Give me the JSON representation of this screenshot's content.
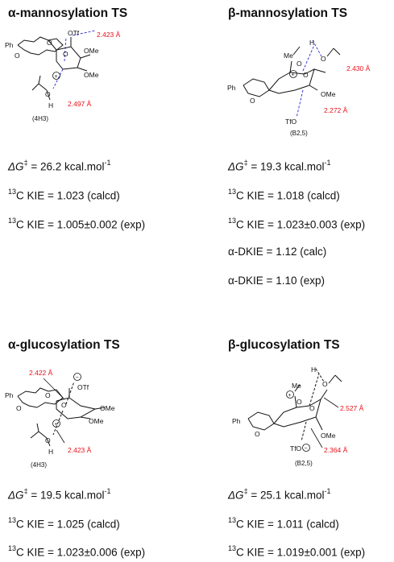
{
  "panels": [
    {
      "key": "alpha_manno",
      "title": "α-mannosylation TS",
      "structure": {
        "labels": [
          "Ph",
          "O",
          "O",
          "O",
          "OTf",
          "OMe",
          "OMe",
          "O",
          "H"
        ],
        "distances": [
          "2.423 Å",
          "2.497 Å"
        ],
        "conformation": "(4H3)"
      },
      "lines": [
        {
          "prefix": "ΔG",
          "sup": "‡",
          "text": " = 26.2 kcal.mol",
          "suffix_sup": "-1"
        },
        {
          "prefix": "",
          "sup": "13",
          "text": "C KIE = 1.023 (calcd)",
          "suffix_sup": ""
        },
        {
          "prefix": "",
          "sup": "13",
          "text": "C KIE = 1.005±0.002 (exp)",
          "suffix_sup": ""
        }
      ]
    },
    {
      "key": "beta_manno",
      "title": "β-mannosylation TS",
      "structure": {
        "labels": [
          "Me",
          "O",
          "H",
          "O",
          "O",
          "O",
          "Ph",
          "OMe",
          "TfO"
        ],
        "distances": [
          "2.430 Å",
          "2.272 Å"
        ],
        "conformation": "(B2,5)"
      },
      "lines": [
        {
          "prefix": "ΔG",
          "sup": "‡",
          "text": " = 19.3 kcal.mol",
          "suffix_sup": "-1"
        },
        {
          "prefix": "",
          "sup": "13",
          "text": "C KIE = 1.018 (calcd)",
          "suffix_sup": ""
        },
        {
          "prefix": "",
          "sup": "13",
          "text": "C KIE = 1.023±0.003 (exp)",
          "suffix_sup": ""
        },
        {
          "prefix": "",
          "sup": "",
          "text": "α-DKIE = 1.12 (calc)",
          "suffix_sup": ""
        },
        {
          "prefix": "",
          "sup": "",
          "text": "α-DKIE = 1.10 (exp)",
          "suffix_sup": ""
        }
      ]
    },
    {
      "key": "alpha_gluco",
      "title": "α-glucosylation TS",
      "structure": {
        "labels": [
          "Ph",
          "O",
          "O",
          "O",
          "OTf",
          "OMe",
          "OMe",
          "O",
          "H"
        ],
        "distances": [
          "2.422 Å",
          "2.423 Å"
        ],
        "conformation": "(4H3)"
      },
      "lines": [
        {
          "prefix": "ΔG",
          "sup": "‡",
          "text": " = 19.5 kcal.mol",
          "suffix_sup": "-1"
        },
        {
          "prefix": "",
          "sup": "13",
          "text": "C KIE = 1.025 (calcd)",
          "suffix_sup": ""
        },
        {
          "prefix": "",
          "sup": "13",
          "text": "C KIE = 1.023±0.006 (exp)",
          "suffix_sup": ""
        }
      ]
    },
    {
      "key": "beta_gluco",
      "title": "β-glucosylation TS",
      "structure": {
        "labels": [
          "Me",
          "O",
          "H",
          "O",
          "O",
          "O",
          "Ph",
          "OMe",
          "TfO"
        ],
        "distances": [
          "2.527 Å",
          "2.364 Å"
        ],
        "conformation": "(B2,5)"
      },
      "lines": [
        {
          "prefix": "ΔG",
          "sup": "‡",
          "text": " = 25.1 kcal.mol",
          "suffix_sup": "-1"
        },
        {
          "prefix": "",
          "sup": "13",
          "text": "C KIE = 1.011 (calcd)",
          "suffix_sup": ""
        },
        {
          "prefix": "",
          "sup": "13",
          "text": "C KIE = 1.019±0.001 (exp)",
          "suffix_sup": ""
        }
      ]
    }
  ]
}
